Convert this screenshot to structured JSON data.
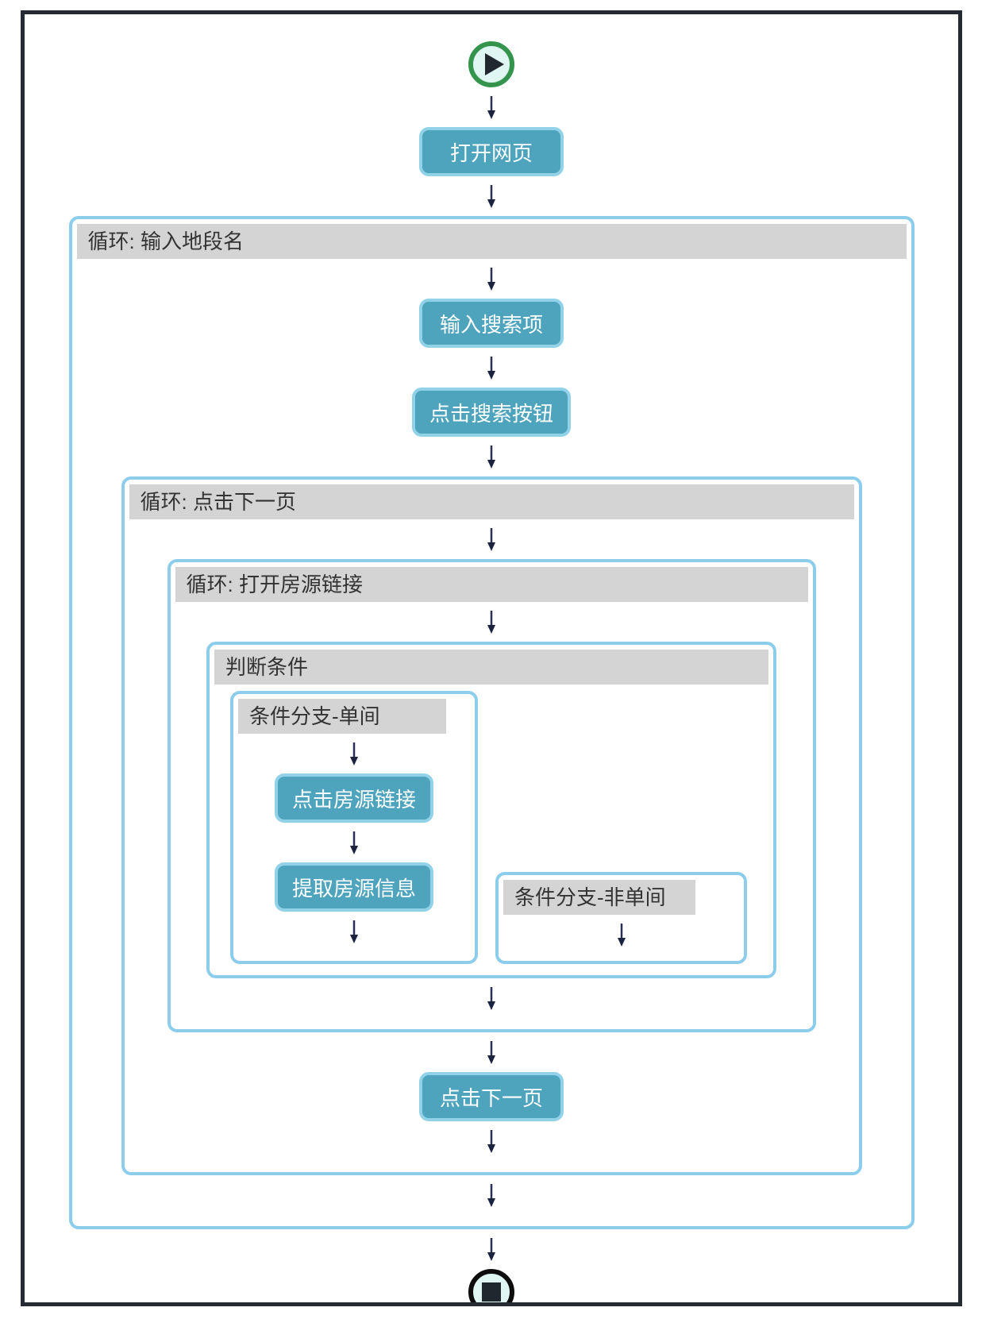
{
  "colors": {
    "frame_border": "#262b33",
    "container_border": "#8dcdec",
    "header_bg": "#d4d4d4",
    "header_text": "#333333",
    "action_bg": "#4ea3bd",
    "action_border": "#92d2e9",
    "action_text": "#ffffff",
    "start_ring": "#34944c",
    "icon_fill": "#dff6f2",
    "stop_ring": "#0d0d0d",
    "node_dark": "#21272e",
    "arrow": "#2a3055"
  },
  "workflow": {
    "start_icon": "play-icon",
    "end_icon": "stop-icon",
    "open_page": "打开网页",
    "loop_district": "循环: 输入地段名",
    "input_search": "输入搜索项",
    "click_search": "点击搜索按钮",
    "loop_next_page": "循环: 点击下一页",
    "loop_open_listing": "循环: 打开房源链接",
    "condition": "判断条件",
    "branch_single": "条件分支-单间",
    "click_listing": "点击房源链接",
    "extract_listing": "提取房源信息",
    "branch_non_single": "条件分支-非单间",
    "click_next_page": "点击下一页"
  }
}
